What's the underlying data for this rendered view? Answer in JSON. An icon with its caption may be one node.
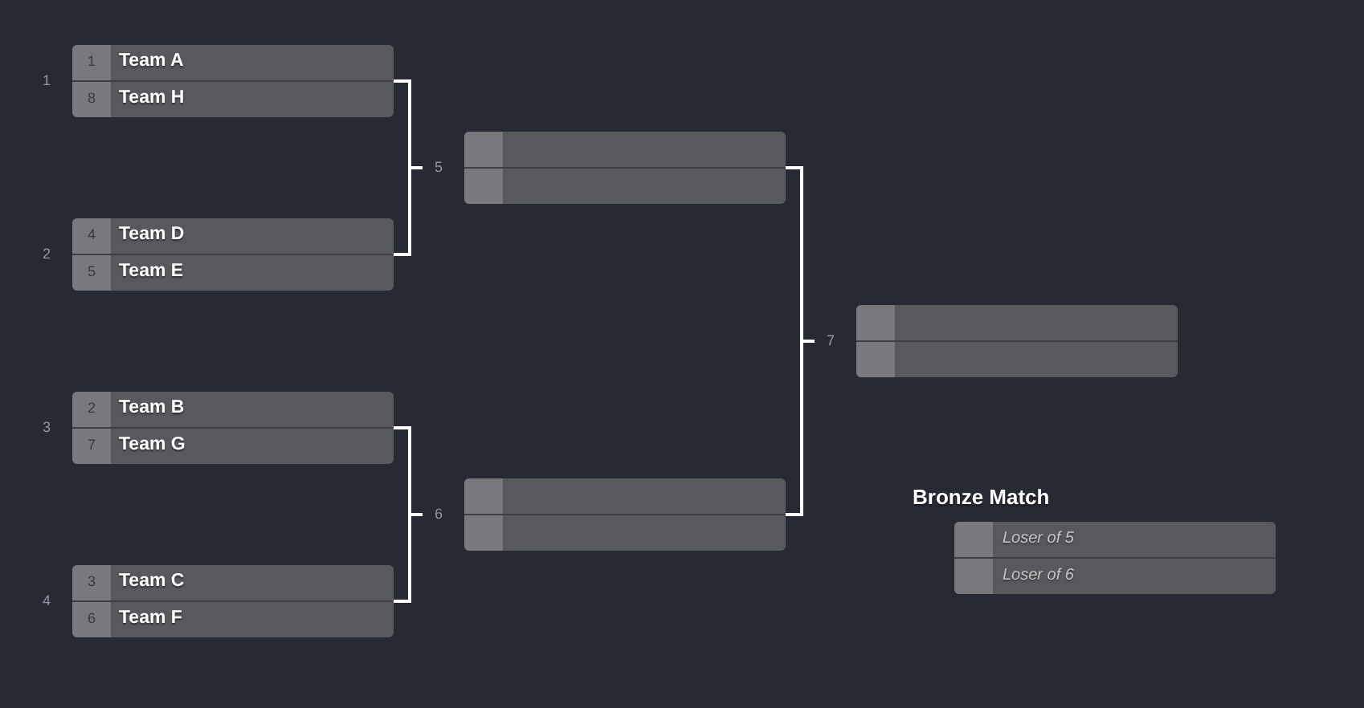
{
  "diagram": {
    "nodes": [
      {
        "text": [],
        "shape": "box",
        "beside": [
          "1"
        ]
      },
      {
        "text": [
          "1",
          "Team A"
        ],
        "in": 0
      },
      {
        "text": [
          "8",
          "Team H"
        ],
        "in": 0
      },
      {
        "text": [],
        "shape": "box",
        "beside": [
          "2"
        ]
      },
      {
        "text": [
          "4",
          "Team D"
        ],
        "in": 3
      },
      {
        "text": [
          "5",
          "Team E"
        ],
        "in": 3
      },
      {
        "text": [],
        "shape": "box",
        "beside": [
          "3"
        ]
      },
      {
        "text": [
          "2",
          "Team B"
        ],
        "in": 6
      },
      {
        "text": [
          "7",
          "Team G"
        ],
        "in": 6
      },
      {
        "text": [],
        "shape": "box",
        "beside": [
          "4"
        ]
      },
      {
        "text": [
          "3",
          "Team C"
        ],
        "in": 9
      },
      {
        "text": [
          "6",
          "Team F"
        ],
        "in": 9
      },
      {
        "text": [],
        "shape": "box",
        "beside": [
          "5"
        ]
      },
      {
        "text": [],
        "shape": "box",
        "in": 12
      },
      {
        "text": [],
        "shape": "box",
        "in": 12
      },
      {
        "text": [],
        "shape": "box",
        "beside": [
          "6"
        ]
      },
      {
        "text": [],
        "shape": "box",
        "in": 15
      },
      {
        "text": [],
        "shape": "box",
        "in": 15
      },
      {
        "text": [],
        "shape": "box",
        "beside": [
          "7"
        ]
      },
      {
        "text": [],
        "shape": "box",
        "in": 18
      },
      {
        "text": [],
        "shape": "box",
        "in": 18
      },
      {
        "text": [
          "Bronze Match"
        ]
      },
      {
        "text": [
          "Loser of 5"
        ],
        "in": 21
      },
      {
        "text": [
          "Loser of 6"
        ],
        "in": 21
      }
    ],
    "edges": [
      {
        "from": 0,
        "to": 12,
        "arrow": "none"
      },
      {
        "from": 3,
        "to": 12,
        "arrow": "none"
      },
      {
        "from": 6,
        "to": 15,
        "arrow": "none"
      },
      {
        "from": 9,
        "to": 15,
        "arrow": "none"
      },
      {
        "from": 12,
        "to": 18,
        "arrow": "none"
      },
      {
        "from": 15,
        "to": 18,
        "arrow": "none"
      }
    ]
  }
}
